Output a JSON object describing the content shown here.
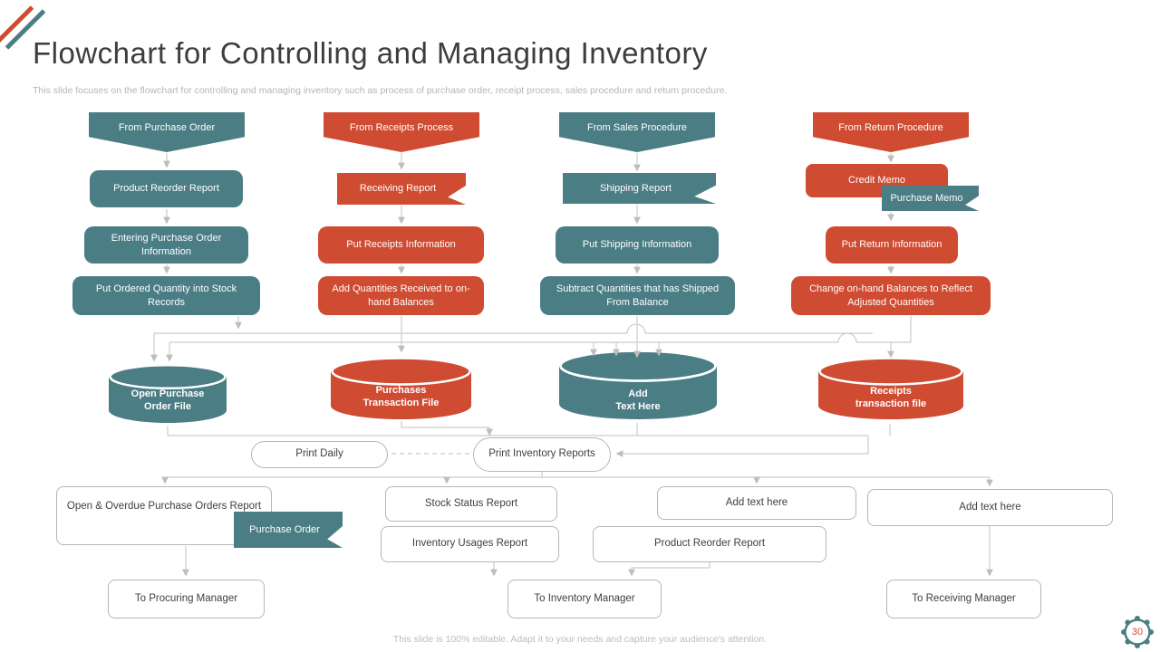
{
  "slide": {
    "title": "Flowchart for Controlling and Managing Inventory",
    "subtitle": "This slide focuses on the flowchart for controlling and managing inventory such as process of purchase order, receipt process, sales procedure and return procedure.",
    "footer": "This slide is 100% editable. Adapt it to your needs and capture your audience's attention.",
    "page_number": "30"
  },
  "colors": {
    "teal": "#4A7D84",
    "orange": "#CF4B32",
    "connector": "#cccccc"
  },
  "flow": {
    "sources": [
      "From Purchase Order",
      "From Receipts Process",
      "From Sales Procedure",
      "From Return Procedure"
    ],
    "col1": {
      "step1": "Product Reorder  Report",
      "step2": "Entering Purchase Order Information",
      "step3": "Put Ordered  Quantity into Stock Records"
    },
    "col2": {
      "step1": "Receiving  Report",
      "step2": "Put Receipts  Information",
      "step3": "Add Quantities Received  to on-hand  Balances"
    },
    "col3": {
      "step1": "Shipping Report",
      "step2": "Put Shipping  Information",
      "step3": "Subtract Quantities that has Shipped From Balance"
    },
    "col4": {
      "step1": "Credit  Memo",
      "step1b": "Purchase Memo",
      "step2": "Put Return  Information",
      "step3": "Change  on-hand  Balances to Reflect  Adjusted Quantities"
    },
    "cylinders": [
      {
        "line1": "Open Purchase",
        "line2": "Order File"
      },
      {
        "line1": "Purchases",
        "line2": "Transaction File"
      },
      {
        "line1": "Add",
        "line2": "Text Here"
      },
      {
        "line1": "Receipts",
        "line2": "transaction file"
      }
    ],
    "print": {
      "daily": "Print Daily",
      "inventory": "Print Inventory  Reports"
    },
    "outputs": {
      "open_overdue": "Open & Overdue  Purchase Orders Report",
      "purchase_order": "Purchase Order",
      "stock_status": "Stock Status Report",
      "inventory_usages": "Inventory  Usages Report",
      "add_text_1": "Add text here",
      "product_reorder": "Product Reorder  Report",
      "add_text_2": "Add text here"
    },
    "managers": {
      "procuring": "To Procuring  Manager",
      "inventory": "To Inventory  Manager",
      "receiving": "To Receiving  Manager"
    }
  }
}
